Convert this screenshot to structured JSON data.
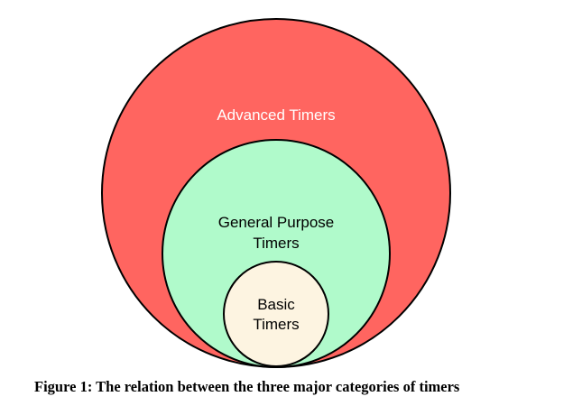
{
  "diagram": {
    "type": "nested-circles",
    "colors": {
      "advanced_fill": "#FF6560",
      "general_fill": "#B0FACB",
      "basic_fill": "#FDF4E1",
      "stroke": "#000000",
      "advanced_text": "#FFFFFF",
      "inner_text": "#000000"
    },
    "advanced": {
      "label": "Advanced Timers"
    },
    "general": {
      "label_line1": "General Purpose",
      "label_line2": "Timers"
    },
    "basic": {
      "label_line1": "Basic",
      "label_line2": "Timers"
    }
  },
  "caption": "Figure 1: The relation between the three major categories of timers"
}
